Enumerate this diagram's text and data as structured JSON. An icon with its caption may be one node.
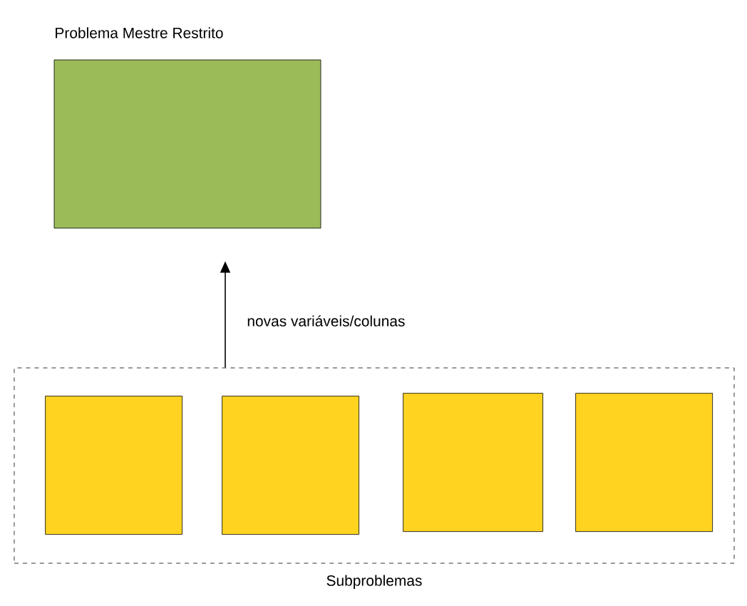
{
  "diagram": {
    "nodes": [
      {
        "text": [
          "Problema Mestre Restrito"
        ]
      },
      {
        "text": [
          "Subproblemas"
        ]
      },
      {
        "text": [],
        "shape": "box",
        "in": 1
      },
      {
        "text": [],
        "shape": "box",
        "in": 1
      },
      {
        "text": [],
        "shape": "box",
        "in": 1
      },
      {
        "text": [],
        "shape": "box",
        "in": 1
      }
    ],
    "edges": [
      {
        "from": 1,
        "to": 0,
        "arrow": "to",
        "label": "novas variáveis/colunas"
      }
    ]
  }
}
